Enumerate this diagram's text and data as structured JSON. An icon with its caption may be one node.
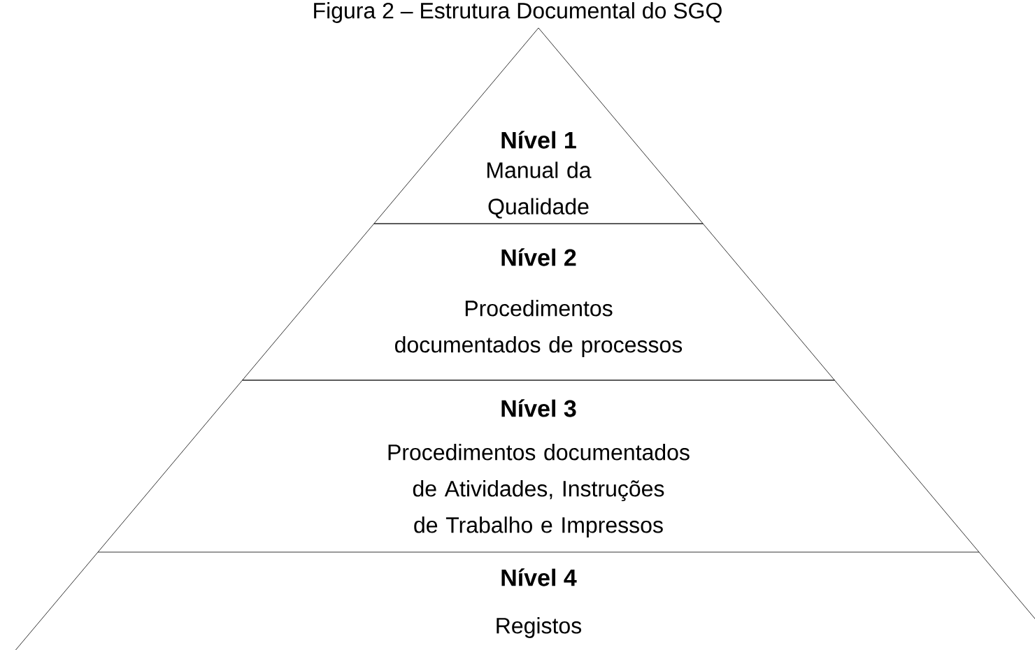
{
  "diagram": {
    "title": "Figura 2 – Estrutura Documental do SGQ",
    "nodes": [
      {
        "text": [
          "Nível 1",
          "Manual da Qualidade"
        ]
      },
      {
        "text": [
          "Nível 2",
          "Procedimentos documentados de processos"
        ]
      },
      {
        "text": [
          "Nível 3",
          "Procedimentos documentados de Atividades, Instruções de Trabalho e Impressos"
        ]
      },
      {
        "text": [
          "Nível 4",
          "Registos"
        ]
      }
    ]
  }
}
